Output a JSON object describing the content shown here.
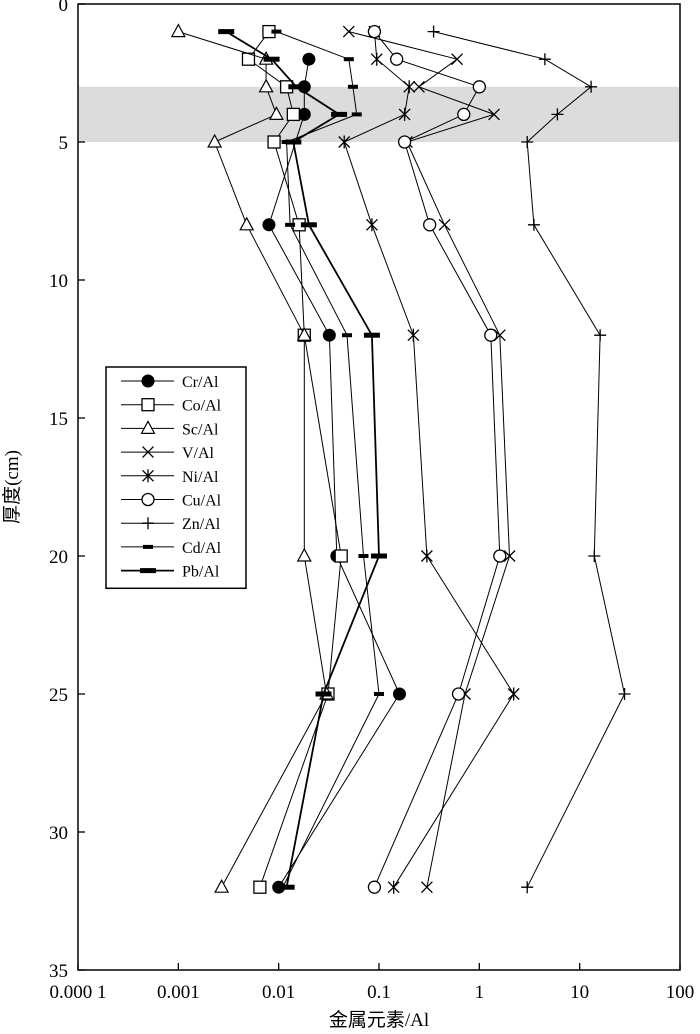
{
  "chart_data": {
    "type": "line",
    "title": "",
    "xlabel": "金属元素/Al",
    "ylabel": "厚度(cm)",
    "x_scale": "log",
    "xlim": [
      0.0001,
      100
    ],
    "ylim": [
      0,
      35
    ],
    "y_inverted": true,
    "x_ticks": [
      {
        "value": 0.0001,
        "label": "0.000 1"
      },
      {
        "value": 0.001,
        "label": "0.001"
      },
      {
        "value": 0.01,
        "label": "0.01"
      },
      {
        "value": 0.1,
        "label": "0.1"
      },
      {
        "value": 1,
        "label": "1"
      },
      {
        "value": 10,
        "label": "10"
      },
      {
        "value": 100,
        "label": "100"
      }
    ],
    "y_ticks": [
      {
        "value": 0,
        "label": "0"
      },
      {
        "value": 5,
        "label": "5"
      },
      {
        "value": 10,
        "label": "10"
      },
      {
        "value": 15,
        "label": "15"
      },
      {
        "value": 20,
        "label": "20"
      },
      {
        "value": 25,
        "label": "25"
      },
      {
        "value": 30,
        "label": "30"
      },
      {
        "value": 35,
        "label": "35"
      }
    ],
    "shaded_band": {
      "y_from": 3,
      "y_to": 5,
      "color": "#dcdcdc"
    },
    "grid": false,
    "legend_position": "left-middle",
    "series": [
      {
        "name": "Cr/Al",
        "marker": "filled-circle",
        "points": [
          [
            0.02,
            2
          ],
          [
            0.018,
            3
          ],
          [
            0.018,
            4
          ],
          [
            0.008,
            8
          ],
          [
            0.032,
            12
          ],
          [
            0.038,
            20
          ],
          [
            0.16,
            25
          ],
          [
            0.01,
            32
          ]
        ]
      },
      {
        "name": "Co/Al",
        "marker": "open-square",
        "points": [
          [
            0.008,
            1
          ],
          [
            0.005,
            2
          ],
          [
            0.012,
            3
          ],
          [
            0.014,
            4
          ],
          [
            0.009,
            5
          ],
          [
            0.016,
            8
          ],
          [
            0.018,
            12
          ],
          [
            0.042,
            20
          ],
          [
            0.031,
            25
          ],
          [
            0.0065,
            32
          ]
        ]
      },
      {
        "name": "Sc/Al",
        "marker": "open-triangle",
        "points": [
          [
            0.001,
            1
          ],
          [
            0.0075,
            2
          ],
          [
            0.0075,
            3
          ],
          [
            0.0095,
            4
          ],
          [
            0.0023,
            5
          ],
          [
            0.0048,
            8
          ],
          [
            0.018,
            12
          ],
          [
            0.018,
            20
          ],
          [
            0.03,
            25
          ],
          [
            0.0027,
            32
          ]
        ]
      },
      {
        "name": "V/Al",
        "marker": "x",
        "points": [
          [
            0.05,
            1
          ],
          [
            0.6,
            2
          ],
          [
            0.25,
            3
          ],
          [
            1.4,
            4
          ],
          [
            0.19,
            5
          ],
          [
            0.45,
            8
          ],
          [
            1.6,
            12
          ],
          [
            2.0,
            20
          ],
          [
            0.72,
            25
          ],
          [
            0.3,
            32
          ]
        ]
      },
      {
        "name": "Ni/Al",
        "marker": "asterisk",
        "points": [
          [
            0.09,
            1
          ],
          [
            0.095,
            2
          ],
          [
            0.2,
            3
          ],
          [
            0.18,
            4
          ],
          [
            0.045,
            5
          ],
          [
            0.085,
            8
          ],
          [
            0.22,
            12
          ],
          [
            0.3,
            20
          ],
          [
            2.2,
            25
          ],
          [
            0.14,
            32
          ]
        ]
      },
      {
        "name": "Cu/Al",
        "marker": "open-circle",
        "points": [
          [
            0.09,
            1
          ],
          [
            0.15,
            2
          ],
          [
            1.0,
            3
          ],
          [
            0.7,
            4
          ],
          [
            0.18,
            5
          ],
          [
            0.32,
            8
          ],
          [
            1.3,
            12
          ],
          [
            1.6,
            20
          ],
          [
            0.62,
            25
          ],
          [
            0.09,
            32
          ]
        ]
      },
      {
        "name": "Zn/Al",
        "marker": "plus",
        "points": [
          [
            0.35,
            1
          ],
          [
            4.5,
            2
          ],
          [
            13,
            3
          ],
          [
            6,
            4
          ],
          [
            3,
            5
          ],
          [
            3.5,
            8
          ],
          [
            16,
            12
          ],
          [
            14,
            20
          ],
          [
            28,
            25
          ],
          [
            3,
            32
          ]
        ]
      },
      {
        "name": "Cd/Al",
        "marker": "short-dash",
        "points": [
          [
            0.0095,
            1
          ],
          [
            0.05,
            2
          ],
          [
            0.055,
            3
          ],
          [
            0.06,
            4
          ],
          [
            0.012,
            5
          ],
          [
            0.013,
            8
          ],
          [
            0.048,
            12
          ],
          [
            0.07,
            20
          ],
          [
            0.1,
            25
          ],
          [
            0.011,
            32
          ]
        ]
      },
      {
        "name": "Pb/Al",
        "marker": "bold-dash",
        "points": [
          [
            0.003,
            1
          ],
          [
            0.0085,
            2
          ],
          [
            0.015,
            3
          ],
          [
            0.04,
            4
          ],
          [
            0.014,
            5
          ],
          [
            0.02,
            8
          ],
          [
            0.085,
            12
          ],
          [
            0.1,
            20
          ],
          [
            0.028,
            25
          ],
          [
            0.012,
            32
          ]
        ]
      }
    ]
  }
}
